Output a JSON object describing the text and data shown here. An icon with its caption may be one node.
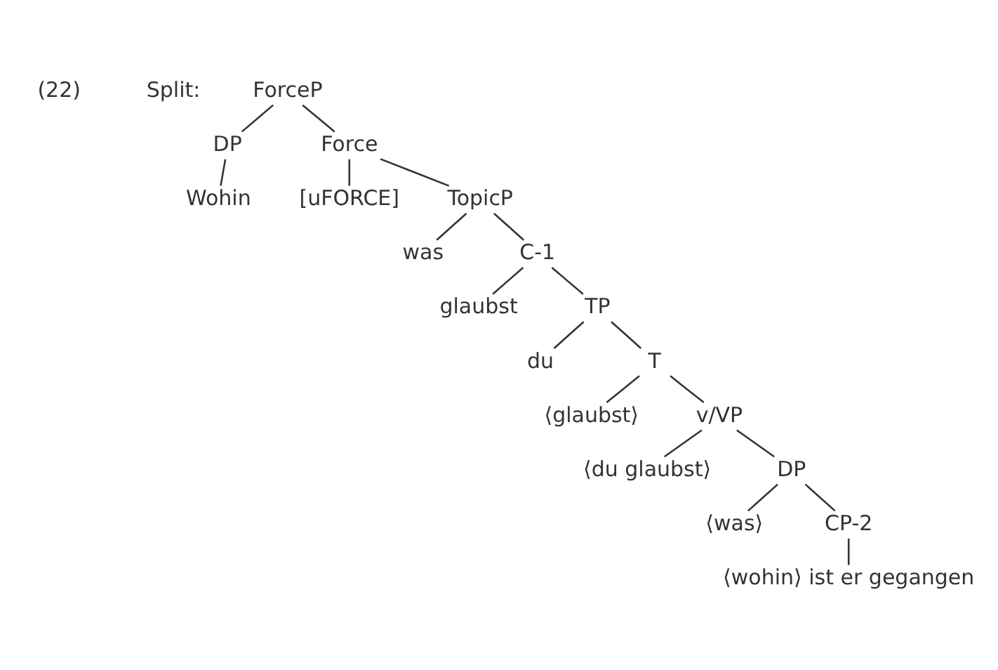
{
  "diagram": {
    "nodes": [
      {
        "text": [
          "ForceP"
        ]
      },
      {
        "text": [
          "DP"
        ]
      },
      {
        "text": [
          "Force"
        ]
      },
      {
        "text": [
          "Wohin"
        ]
      },
      {
        "text": [
          "[uFORCE]"
        ]
      },
      {
        "text": [
          "TopicP"
        ]
      },
      {
        "text": [
          "was"
        ]
      },
      {
        "text": [
          "C-1"
        ]
      },
      {
        "text": [
          "glaubst"
        ]
      },
      {
        "text": [
          "TP"
        ]
      },
      {
        "text": [
          "du"
        ]
      },
      {
        "text": [
          "T"
        ]
      },
      {
        "text": [
          "⟨glaubst⟩"
        ]
      },
      {
        "text": [
          "v/VP"
        ]
      },
      {
        "text": [
          "⟨du glaubst⟩"
        ]
      },
      {
        "text": [
          "DP"
        ]
      },
      {
        "text": [
          "⟨was⟩"
        ]
      },
      {
        "text": [
          "CP-2"
        ]
      },
      {
        "text": [
          "⟨wohin⟩ ist er gegangen"
        ]
      }
    ],
    "edges": [
      {
        "from": 0,
        "to": 1,
        "arrow": "none"
      },
      {
        "from": 0,
        "to": 2,
        "arrow": "none"
      },
      {
        "from": 1,
        "to": 3,
        "arrow": "none"
      },
      {
        "from": 2,
        "to": 4,
        "arrow": "none"
      },
      {
        "from": 2,
        "to": 5,
        "arrow": "none"
      },
      {
        "from": 5,
        "to": 6,
        "arrow": "none"
      },
      {
        "from": 5,
        "to": 7,
        "arrow": "none"
      },
      {
        "from": 7,
        "to": 8,
        "arrow": "none"
      },
      {
        "from": 7,
        "to": 9,
        "arrow": "none"
      },
      {
        "from": 9,
        "to": 10,
        "arrow": "none"
      },
      {
        "from": 9,
        "to": 11,
        "arrow": "none"
      },
      {
        "from": 11,
        "to": 12,
        "arrow": "none"
      },
      {
        "from": 11,
        "to": 13,
        "arrow": "none"
      },
      {
        "from": 13,
        "to": 14,
        "arrow": "none"
      },
      {
        "from": 13,
        "to": 15,
        "arrow": "none"
      },
      {
        "from": 15,
        "to": 16,
        "arrow": "none"
      },
      {
        "from": 15,
        "to": 17,
        "arrow": "none"
      },
      {
        "from": 17,
        "to": 18,
        "arrow": "none"
      }
    ],
    "labels": [
      "(22)",
      "Split:"
    ]
  }
}
